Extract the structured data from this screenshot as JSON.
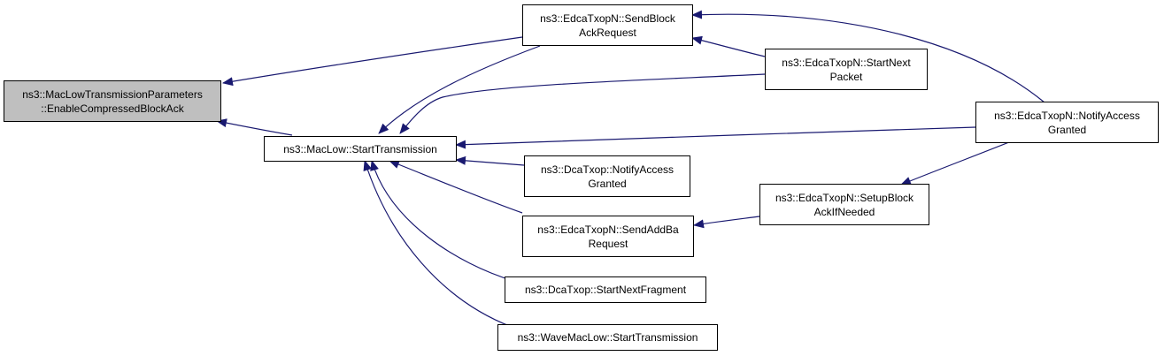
{
  "colors": {
    "edge": "#191970",
    "root_fill": "#bfbfbf",
    "node_fill": "#ffffff",
    "border": "#000000"
  },
  "nodes": {
    "enable_compressed": {
      "line1": "ns3::MacLowTransmissionParameters",
      "line2": "::EnableCompressedBlockAck"
    },
    "maclow_start": {
      "line1": "ns3::MacLow::StartTransmission"
    },
    "send_block_ack": {
      "line1": "ns3::EdcaTxopN::SendBlock",
      "line2": "AckRequest"
    },
    "start_next_packet": {
      "line1": "ns3::EdcaTxopN::StartNext",
      "line2": "Packet"
    },
    "edca_notify": {
      "line1": "ns3::EdcaTxopN::NotifyAccess",
      "line2": "Granted"
    },
    "dca_notify": {
      "line1": "ns3::DcaTxop::NotifyAccess",
      "line2": "Granted"
    },
    "setup_block": {
      "line1": "ns3::EdcaTxopN::SetupBlock",
      "line2": "AckIfNeeded"
    },
    "send_addba": {
      "line1": "ns3::EdcaTxopN::SendAddBa",
      "line2": "Request"
    },
    "dca_next_fragment": {
      "line1": "ns3::DcaTxop::StartNextFragment"
    },
    "wave_start": {
      "line1": "ns3::WaveMacLow::StartTransmission"
    }
  }
}
